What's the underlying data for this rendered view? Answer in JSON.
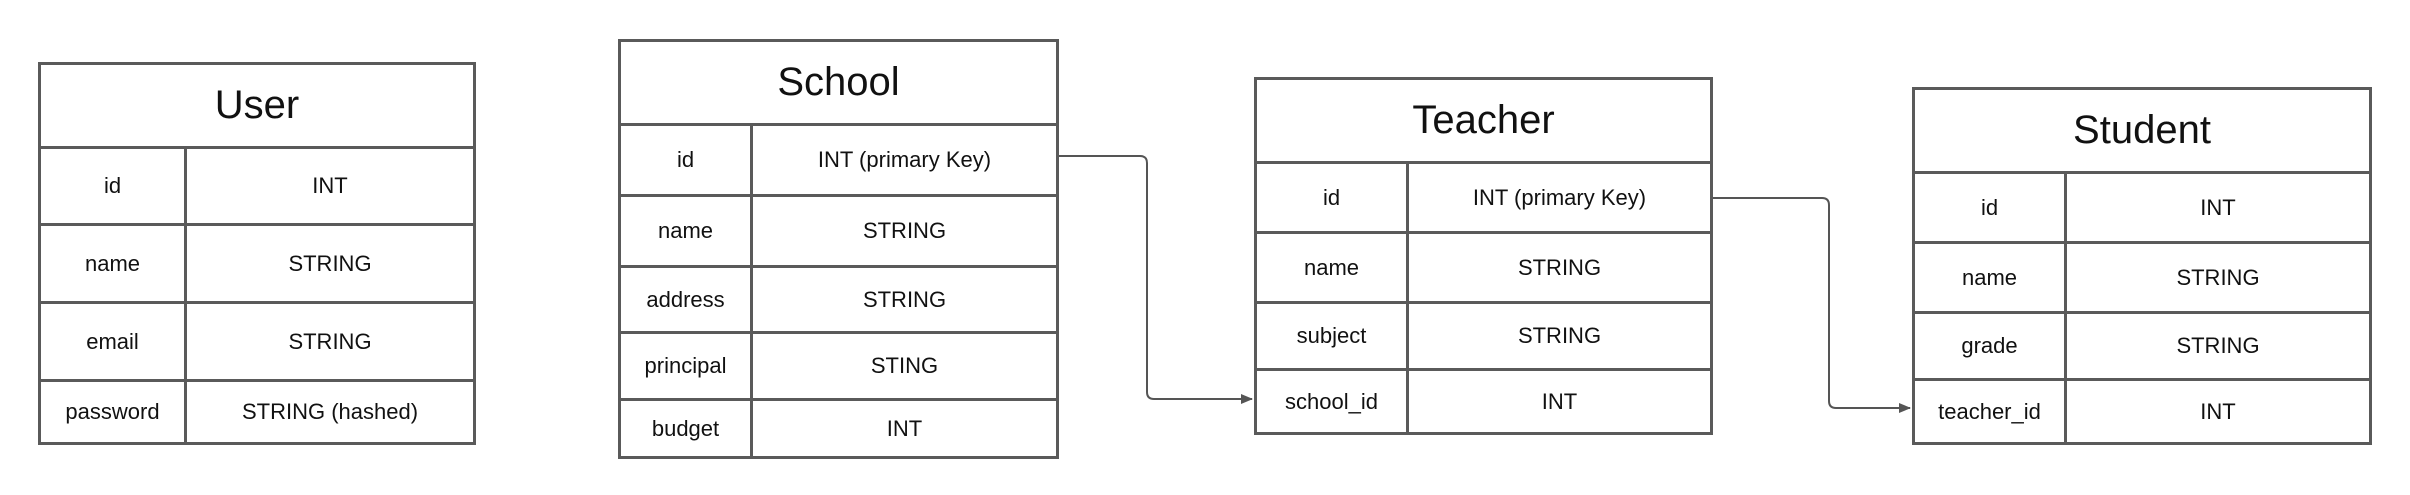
{
  "entities": [
    {
      "id": "user",
      "title": "User",
      "fields": [
        {
          "name": "id",
          "type": "INT"
        },
        {
          "name": "name",
          "type": "STRING"
        },
        {
          "name": "email",
          "type": "STRING"
        },
        {
          "name": "password",
          "type": "STRING (hashed)"
        }
      ]
    },
    {
      "id": "school",
      "title": "School",
      "fields": [
        {
          "name": "id",
          "type": "INT (primary Key)"
        },
        {
          "name": "name",
          "type": "STRING"
        },
        {
          "name": "address",
          "type": "STRING"
        },
        {
          "name": "principal",
          "type": "STING"
        },
        {
          "name": "budget",
          "type": "INT"
        }
      ]
    },
    {
      "id": "teacher",
      "title": "Teacher",
      "fields": [
        {
          "name": "id",
          "type": "INT (primary Key)"
        },
        {
          "name": "name",
          "type": "STRING"
        },
        {
          "name": "subject",
          "type": "STRING"
        },
        {
          "name": "school_id",
          "type": "INT"
        }
      ]
    },
    {
      "id": "student",
      "title": "Student",
      "fields": [
        {
          "name": "id",
          "type": "INT"
        },
        {
          "name": "name",
          "type": "STRING"
        },
        {
          "name": "grade",
          "type": "STRING"
        },
        {
          "name": "teacher_id",
          "type": "INT"
        }
      ]
    }
  ],
  "relationships": [
    {
      "from": "school.id",
      "to": "teacher.school_id"
    },
    {
      "from": "teacher.id",
      "to": "student.teacher_id"
    }
  ]
}
